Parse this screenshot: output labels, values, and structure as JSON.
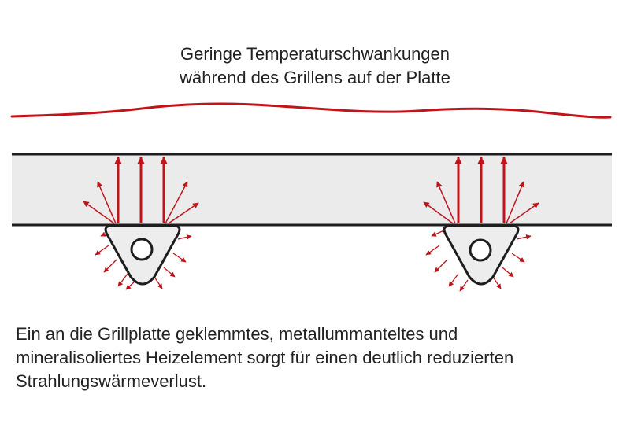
{
  "title": {
    "line1": "Geringe Temperaturschwankungen",
    "line2": "während des Grillens auf der Platte"
  },
  "caption": {
    "line1": "Ein an die Grillplatte geklemmtes, metallummanteltes und",
    "line2": "mineralisoliertes Heizelement sorgt für einen deutlich reduzierten",
    "line3": "Strahlungswärmeverlust."
  },
  "colors": {
    "arrow": "#c0141a",
    "temperature_curve": "#c0141a",
    "plate_fill": "#ebebeb",
    "outline": "#1e1e1e",
    "element_fill": "#ededed"
  }
}
